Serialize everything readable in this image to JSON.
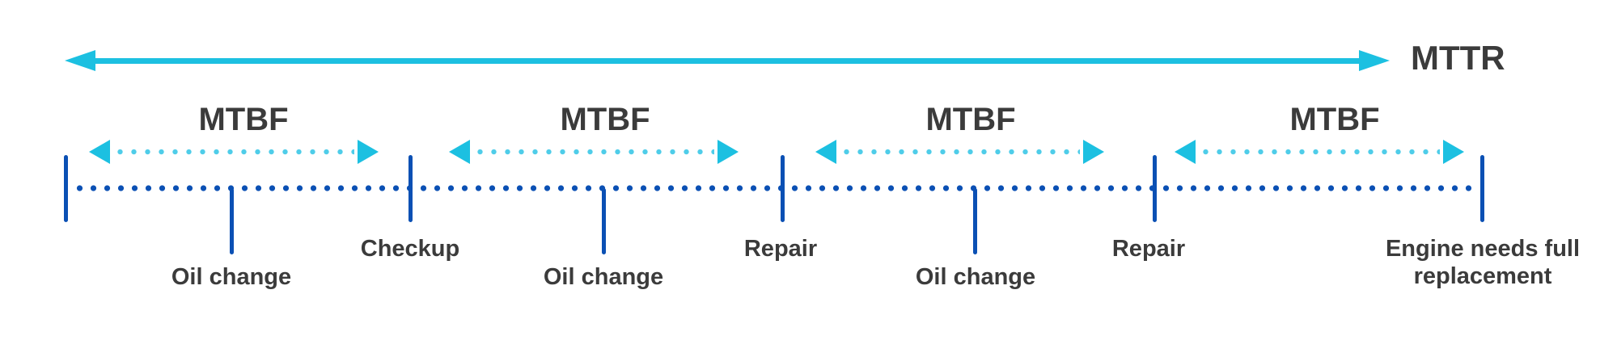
{
  "labels": {
    "mttr": "MTTR"
  },
  "mtbf_labels": [
    "MTBF",
    "MTBF",
    "MTBF",
    "MTBF"
  ],
  "events": [
    {
      "label": "Oil change"
    },
    {
      "label": "Checkup"
    },
    {
      "label": "Oil change"
    },
    {
      "label": "Repair"
    },
    {
      "label": "Oil change"
    },
    {
      "label": "Repair"
    },
    {
      "label": "Engine needs full replacement"
    }
  ],
  "colors": {
    "cyan": "#1CC0E1",
    "cyan_dots": "#4FCDE9",
    "blue": "#0B50B4",
    "text": "#3B3B3B",
    "background": "#FFFFFF"
  }
}
